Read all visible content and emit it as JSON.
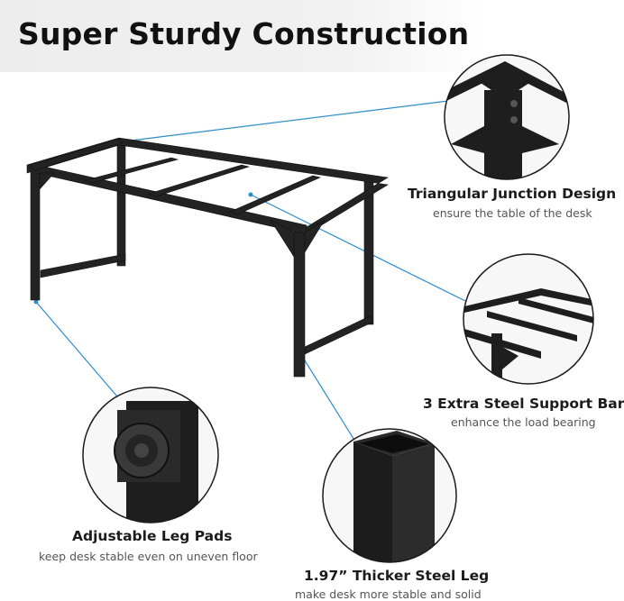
{
  "header": {
    "title": "Super Sturdy Construction"
  },
  "features": {
    "junction": {
      "title": "Triangular Junction Design",
      "desc": "ensure the table of the desk",
      "icon": "triangular-junction-closeup"
    },
    "support": {
      "title": "3 Extra Steel Support Bar",
      "desc": "enhance the load bearing",
      "icon": "support-bars-closeup"
    },
    "legpad": {
      "title": "Adjustable Leg Pads",
      "desc": "keep desk stable even on uneven floor",
      "icon": "leg-pad-closeup"
    },
    "leg": {
      "title": "1.97” Thicker Steel Leg",
      "desc": "make desk more stable and solid",
      "icon": "steel-leg-closeup"
    }
  },
  "colors": {
    "frame": "#1f1f1f",
    "accent": "#2f8ec9",
    "circle_border": "#1a1a1a"
  }
}
